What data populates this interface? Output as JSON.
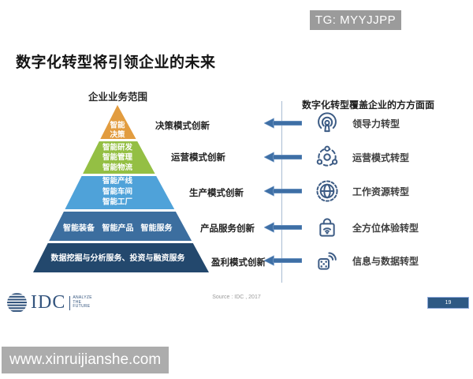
{
  "badge": {
    "label": "TG: MYYJJPP"
  },
  "title": "数字化转型将引领企业的未来",
  "pyramid": {
    "header": "企业业务范围",
    "layers": [
      {
        "color": "#E29C3F",
        "lines": [
          "智能",
          "决策"
        ],
        "label": "决策模式创新"
      },
      {
        "color": "#94BF44",
        "lines": [
          "智能研发",
          "智能管理",
          "智能物流"
        ],
        "label": "运营模式创新"
      },
      {
        "color": "#4FA2D9",
        "lines": [
          "智能产线",
          "智能车间",
          "智能工厂"
        ],
        "label": "生产模式创新"
      },
      {
        "color": "#3C6E9F",
        "lines": [
          "智能装备",
          "智能产品",
          "智能服务"
        ],
        "label": "产品服务创新"
      },
      {
        "color": "#23486D",
        "lines": [
          "数据挖掘与分析服务、投资与融资服务"
        ],
        "label": "盈利模式创新"
      }
    ]
  },
  "right_panel": {
    "header": "数字化转型覆盖企业的方方面面",
    "items": [
      {
        "icon": "leadership-icon",
        "label": "领导力转型"
      },
      {
        "icon": "operations-icon",
        "label": "运营模式转型"
      },
      {
        "icon": "work-resources-icon",
        "label": "工作资源转型"
      },
      {
        "icon": "experience-icon",
        "label": "全方位体验转型"
      },
      {
        "icon": "data-icon",
        "label": "信息与数据转型"
      }
    ]
  },
  "footer": {
    "logo_text": "IDC",
    "tagline_1": "ANALYZE",
    "tagline_2": "THE",
    "tagline_3": "FUTURE",
    "source": "Source : IDC , 2017",
    "page_number": "19"
  },
  "watermark": {
    "url_label": "www.xinruijianshe.com"
  },
  "colors": {
    "arrow_blue": "#3E6FA5",
    "icon_blue": "#3D5C85",
    "idc_navy": "#34557E",
    "page_box_blue": "#2E5984",
    "badge_gray": "#9B9B9B",
    "watermark_gray": "#ACACAC",
    "divider_line": "#A9BCD2"
  }
}
